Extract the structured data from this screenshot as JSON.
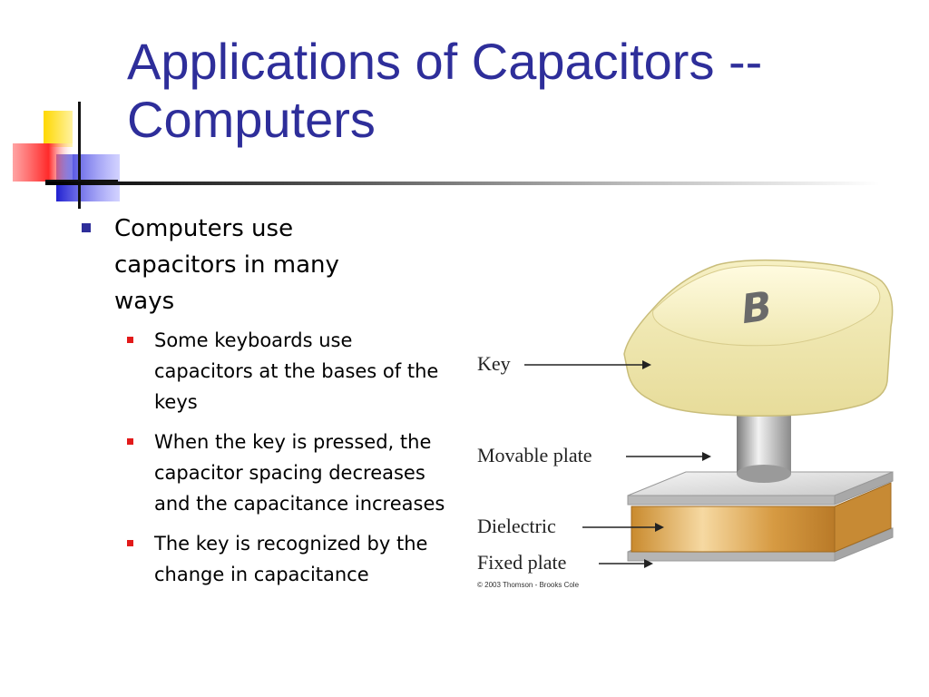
{
  "title": {
    "line1": "Applications of Capacitors --",
    "line2": "Computers"
  },
  "main_bullet": "Computers use capacitors in many ways",
  "sub_bullets": [
    "Some keyboards use capacitors at the bases of the keys",
    "When the key is pressed, the capacitor spacing decreases and the capacitance increases",
    "The key is recognized by the change in capacitance"
  ],
  "figure": {
    "key_letter": "B",
    "labels": {
      "key": "Key",
      "movable_plate": "Movable plate",
      "dielectric": "Dielectric",
      "fixed_plate": "Fixed plate"
    },
    "copyright": "© 2003 Thomson - Brooks Cole"
  },
  "colors": {
    "title": "#2e2e9a",
    "bullet_l1": "#2e2e9a",
    "bullet_l2": "#e21a1a",
    "key_cap": "#f7f3cc",
    "dielectric": "#d9a24a"
  }
}
